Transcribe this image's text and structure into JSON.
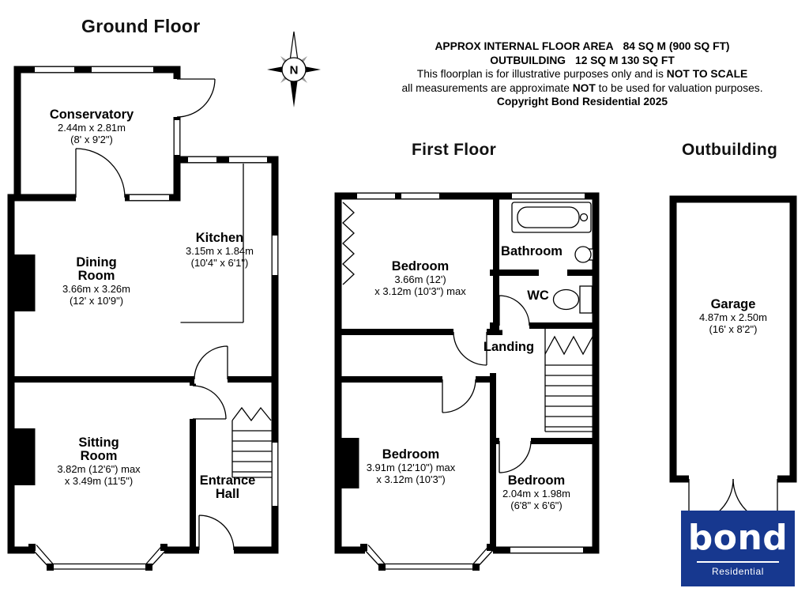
{
  "headers": {
    "ground_floor": "Ground Floor",
    "first_floor": "First Floor",
    "outbuilding": "Outbuilding"
  },
  "disclaimer": {
    "line1_label": "APPROX INTERNAL FLOOR AREA",
    "line1_value": "84 SQ M (900 SQ FT)",
    "line2_label": "OUTBUILDING",
    "line2_value": "12 SQ M 130 SQ FT",
    "line3_a": "This floorplan is for illustrative purposes only and is ",
    "line3_b": "NOT TO SCALE",
    "line4_a": "all measurements are approximate ",
    "line4_b": "NOT",
    "line4_c": " to be used for valuation purposes.",
    "line5": "Copyright Bond Residential 2025"
  },
  "compass": {
    "north": "N"
  },
  "rooms": {
    "conservatory": {
      "name": "Conservatory",
      "dims1": "2.44m x 2.81m",
      "dims2": "(8' x 9'2\")"
    },
    "dining_room": {
      "name1": "Dining",
      "name2": "Room",
      "dims1": "3.66m x 3.26m",
      "dims2": "(12' x 10'9\")"
    },
    "kitchen": {
      "name": "Kitchen",
      "dims1": "3.15m x 1.84m",
      "dims2": "(10'4\" x 6'1\")"
    },
    "sitting_room": {
      "name1": "Sitting",
      "name2": "Room",
      "dims1": "3.82m (12'6\") max",
      "dims2": "x 3.49m (11'5\")"
    },
    "entrance_hall": {
      "name1": "Entrance",
      "name2": "Hall"
    },
    "bedroom1": {
      "name": "Bedroom",
      "dims1": "3.66m (12')",
      "dims2": "x 3.12m (10'3\") max"
    },
    "bathroom": {
      "name": "Bathroom"
    },
    "wc": {
      "name": "WC"
    },
    "landing": {
      "name": "Landing"
    },
    "bedroom2": {
      "name": "Bedroom",
      "dims1": "3.91m (12'10\") max",
      "dims2": "x 3.12m (10'3\")"
    },
    "bedroom3": {
      "name": "Bedroom",
      "dims1": "2.04m x 1.98m",
      "dims2": "(6'8\" x 6'6\")"
    },
    "garage": {
      "name": "Garage",
      "dims1": "4.87m x 2.50m",
      "dims2": "(16' x 8'2\")"
    }
  },
  "logo": {
    "brand": "bond",
    "sub": "Residential",
    "bg_color": "#17388f"
  }
}
